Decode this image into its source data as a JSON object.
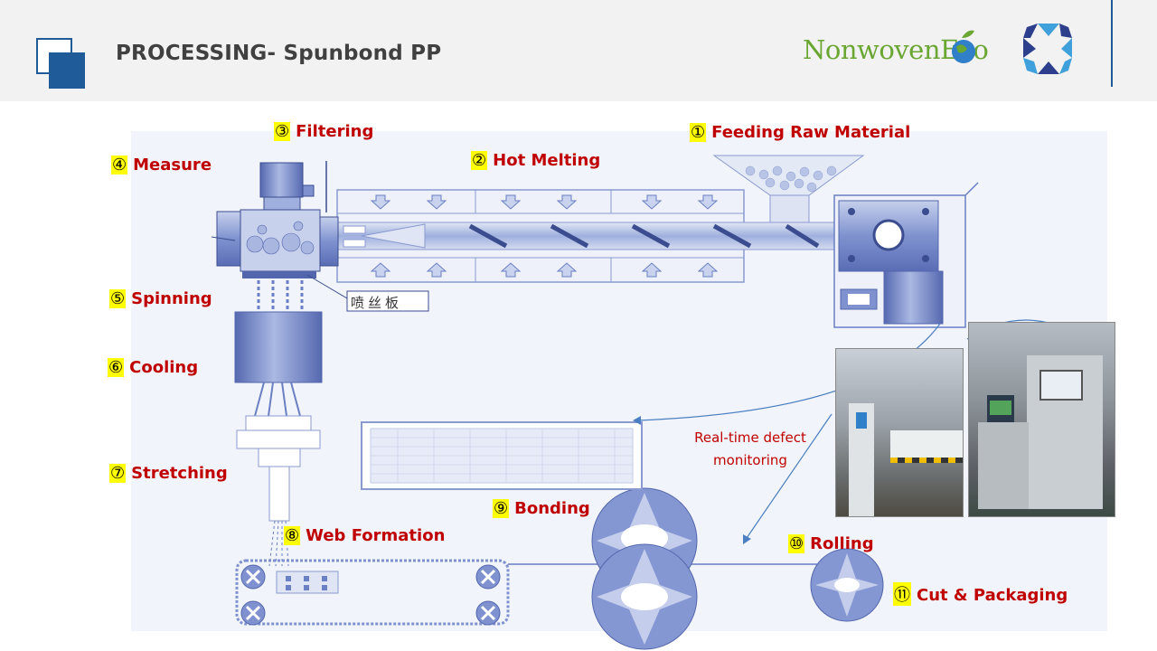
{
  "header": {
    "title": "PROCESSING- Spunbond PP",
    "logo_text": "NonwovenEco"
  },
  "steps": [
    {
      "num": "①",
      "label": "Feeding Raw Material"
    },
    {
      "num": "②",
      "label": "Hot Melting"
    },
    {
      "num": "③",
      "label": "Filtering"
    },
    {
      "num": "④",
      "label": "Measure"
    },
    {
      "num": "⑤",
      "label": "Spinning"
    },
    {
      "num": "⑥",
      "label": "Cooling"
    },
    {
      "num": "⑦",
      "label": "Stretching"
    },
    {
      "num": "⑧",
      "label": "Web Formation"
    },
    {
      "num": "⑨",
      "label": "Bonding"
    },
    {
      "num": "⑩",
      "label": "Rolling"
    },
    {
      "num": "⑪",
      "label": "Cut & Packaging"
    }
  ],
  "spinneret_label": "喷丝板",
  "monitoring": {
    "line1": "Real-time defect",
    "line2": "monitoring"
  },
  "colors": {
    "accent_blue": "#1f5b99",
    "label_red": "#c00000",
    "highlight": "#ffff00",
    "machine_blue": "#6a7fc4"
  }
}
